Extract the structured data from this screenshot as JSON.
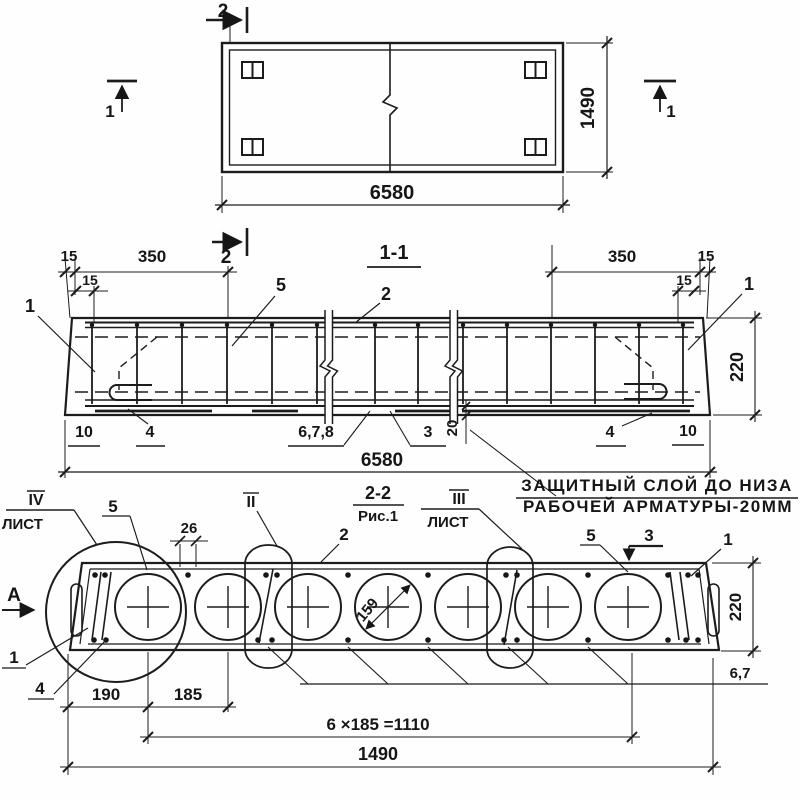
{
  "plan": {
    "section_cut_top": "2",
    "section_cut_bottom": "2",
    "section_mark_left": "1",
    "section_mark_right": "1",
    "dims": {
      "length": "6580",
      "width": "1490"
    }
  },
  "section_1_1": {
    "title": "1-1",
    "callouts": {
      "end_left": "1",
      "stirrup": "5",
      "top_bar": "2",
      "end_right": "1",
      "plate_left": "4",
      "bottom_bars": "6,7,8",
      "mesh": "3",
      "plate_right": "4"
    },
    "dims": {
      "edge_left": "15",
      "loop_left": "350",
      "stirrup_left": "15",
      "loop_right": "350",
      "edge_right": "15",
      "stirrup_right": "15",
      "height": "220",
      "gap_left": "10",
      "cover": "20",
      "gap_right": "10",
      "length": "6580"
    }
  },
  "note": {
    "line1": "ЗАЩИТНЫЙ СЛОЙ ДО НИЗА",
    "line2": "РАБОЧЕЙ АРМАТУРЫ-20ММ"
  },
  "section_2_2": {
    "title": "2-2",
    "figure_ref": "Рис.1",
    "sheet_refs": {
      "left_num": "IV",
      "left_word": "ЛИСТ",
      "mid_num": "II",
      "right_num": "III",
      "right_word": "ЛИСТ"
    },
    "view_label": "А",
    "callouts": {
      "top_bar_left": "5",
      "slab": "2",
      "top_bar_right": "5",
      "cut3": "3",
      "end_right": "1",
      "end_left": "1",
      "plate": "4",
      "bottom_bars": "6,7"
    },
    "dims": {
      "rib": "26",
      "height": "220",
      "core_dia": "159",
      "edge_core": "190",
      "core_step": "185",
      "cores_total": "6 ×185 =1110",
      "width": "1490"
    }
  }
}
